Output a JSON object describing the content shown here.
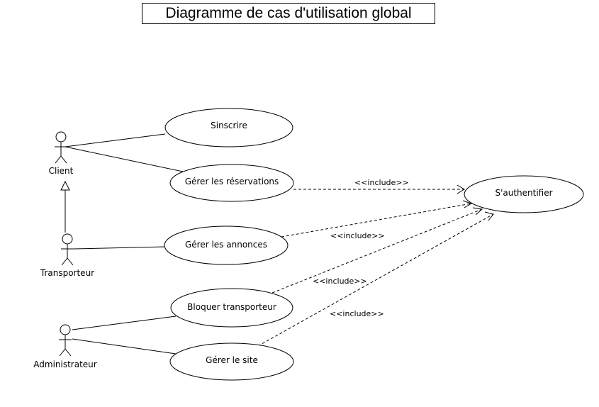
{
  "title": "Diagramme de cas d'utilisation global",
  "actors": {
    "client": "Client",
    "transporteur": "Transporteur",
    "administrateur": "Administrateur"
  },
  "use_cases": {
    "sinscrire": "Sinscrire",
    "gerer_reservations": "Gérer les réservations",
    "gerer_annonces": "Gérer les annonces",
    "bloquer_transporteur": "Bloquer transporteur",
    "gerer_site": "Gérer le site",
    "sauthentifier": "S'authentifier"
  },
  "stereotype": "<<include>>"
}
